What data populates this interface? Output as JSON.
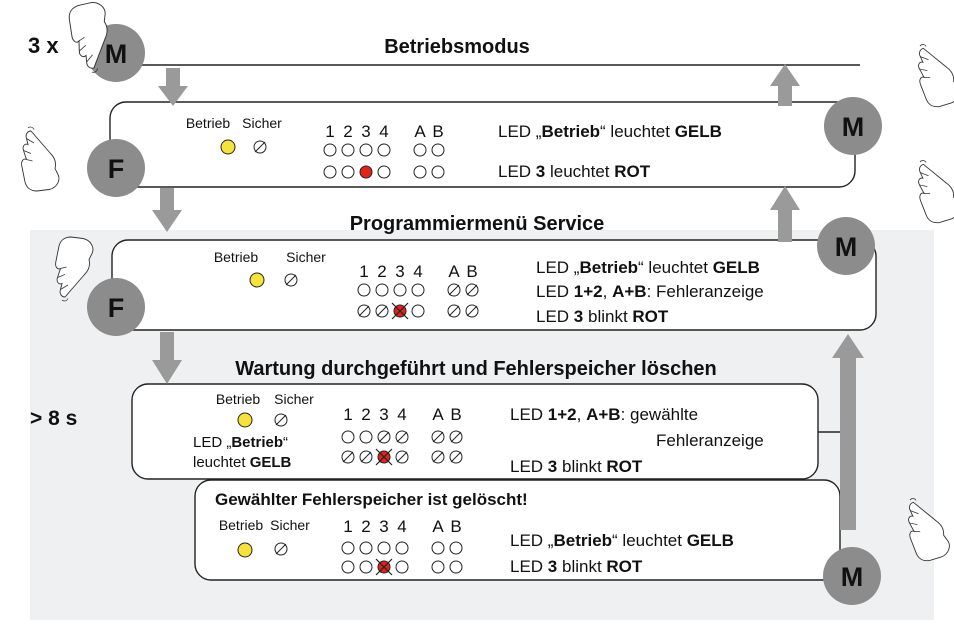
{
  "header": {
    "count": "3 x",
    "hold": "> 8 s",
    "btn_m": "M",
    "btn_f": "F"
  },
  "titles": {
    "betriebsmodus": "Betriebsmodus",
    "programmiermenu": "Programmiermenü Service",
    "wartung": "Wartung durchgeführt und Fehlerspeicher löschen",
    "geloescht": "Gewählter Fehlerspeicher ist gelöscht!"
  },
  "labels": {
    "betrieb": "Betrieb",
    "sicher": "Sicher",
    "numbers": [
      "1",
      "2",
      "3",
      "4"
    ],
    "letters": [
      "A",
      "B"
    ]
  },
  "panel1": {
    "line1": [
      "LED „",
      "Betrieb",
      "“ leuchtet ",
      "GELB"
    ],
    "line2": [
      "LED ",
      "3",
      " leuchtet ",
      "ROT"
    ]
  },
  "panel2": {
    "line1": [
      "LED „",
      "Betrieb",
      "“ leuchtet ",
      "GELB"
    ],
    "line2": [
      "LED ",
      "1+2",
      ", ",
      "A+B",
      ": Fehleranzeige"
    ],
    "line3": [
      "LED ",
      "3",
      " blinkt ",
      "ROT"
    ]
  },
  "panel3": {
    "left1": [
      "LED „",
      "Betrieb",
      "“"
    ],
    "left2": [
      "leuchtet ",
      "GELB"
    ],
    "line1": [
      "LED ",
      "1+2",
      ", ",
      "A+B",
      ": gewählte"
    ],
    "line1b": "Fehleranzeige",
    "line3": [
      "LED ",
      "3",
      " blinkt ",
      "ROT"
    ]
  },
  "panel4": {
    "line1": [
      "LED „",
      "Betrieb",
      "“ leuchtet ",
      "GELB"
    ],
    "line2": [
      "LED ",
      "3",
      " blinkt ",
      "ROT"
    ]
  },
  "colors": {
    "yellow": "#f5e23a",
    "red": "#e2231a",
    "button": "#8c8c8c",
    "arrow": "#9a9a9a",
    "shade": "#eef0f2"
  }
}
